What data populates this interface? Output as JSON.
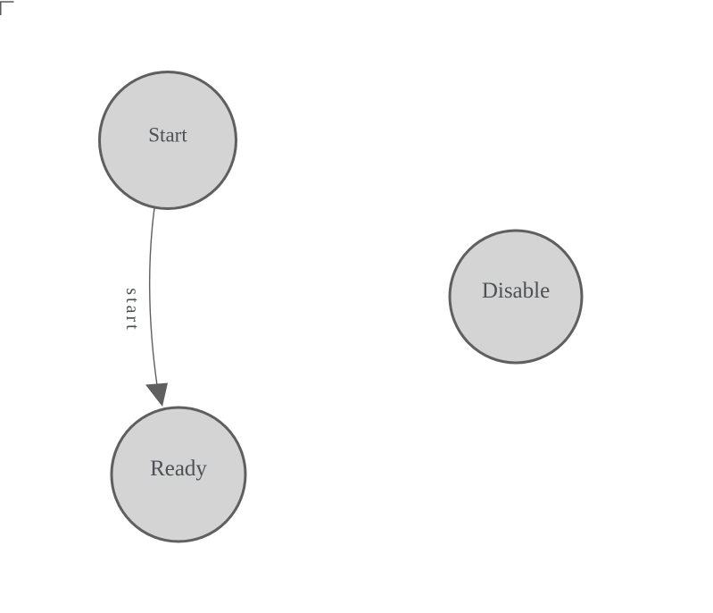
{
  "diagram": {
    "type": "state-machine",
    "background": "#ffffff",
    "colors": {
      "node_fill": "#d4d4d4",
      "node_border": "#5f5f5f",
      "node_text": "#4d5156",
      "edge_line": "#5f5f5f",
      "edge_text": "#4a4e52",
      "frame_corner": "#5a5a5a"
    },
    "nodes": [
      {
        "id": "start",
        "label": "Start"
      },
      {
        "id": "ready",
        "label": "Ready"
      },
      {
        "id": "disable",
        "label": "Disable"
      }
    ],
    "edges": [
      {
        "from": "start",
        "to": "ready",
        "label": "start"
      }
    ]
  }
}
